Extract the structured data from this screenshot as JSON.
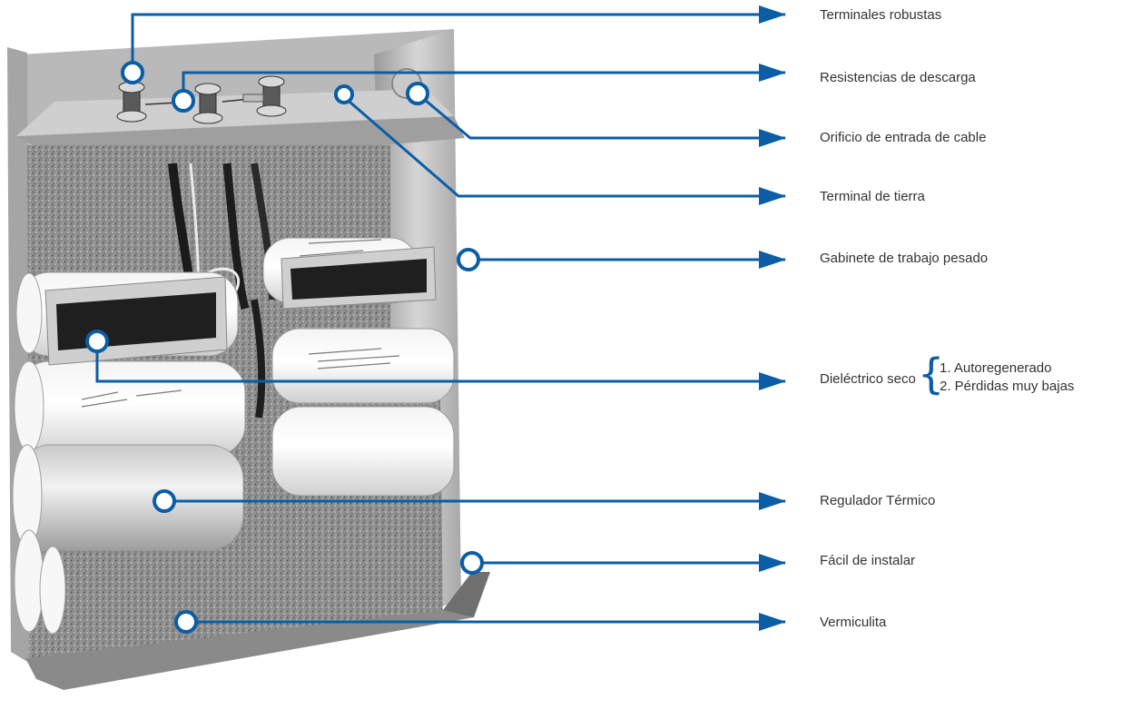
{
  "colors": {
    "accent": "#0b5ea5",
    "text": "#333333"
  },
  "callouts": [
    {
      "id": "terminales",
      "label": "Terminales robustas"
    },
    {
      "id": "resistencias",
      "label": "Resistencias de descarga"
    },
    {
      "id": "orificio",
      "label": "Orificio de entrada de cable"
    },
    {
      "id": "tierra",
      "label": "Terminal de tierra"
    },
    {
      "id": "gabinete",
      "label": "Gabinete de trabajo pesado"
    },
    {
      "id": "dielectrico",
      "label": "Dieléctrico seco",
      "sub_items": [
        "1. Autoregenerado",
        "2. Pérdidas muy bajas"
      ]
    },
    {
      "id": "regulador",
      "label": "Regulador Térmico"
    },
    {
      "id": "facil",
      "label": "Fácil de instalar"
    },
    {
      "id": "vermiculita",
      "label": "Vermiculita"
    }
  ]
}
